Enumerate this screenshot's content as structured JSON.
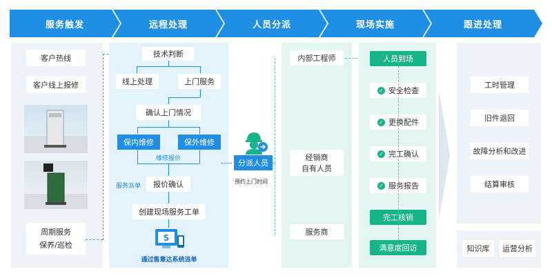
{
  "header": {
    "stages": [
      "服务触发",
      "远程处理",
      "人员分派",
      "现场实施",
      "跟进处理"
    ],
    "color": "#1f8fe6"
  },
  "trigger": {
    "items": [
      "客户热线",
      "客户线上报修"
    ],
    "periodic": [
      "周期服务",
      "保养/巡检"
    ],
    "images": [
      "machine-1",
      "machine-2"
    ]
  },
  "remote": {
    "tech": "技术判断",
    "online": "线上处理",
    "onsite": "上门服务",
    "confirm": "确认上门情况",
    "in_warranty": "保内维修",
    "out_warranty": "保外维修",
    "repair_quote": "维修报价",
    "dispatch_note": "服务派单",
    "quote_confirm": "报价确认",
    "create_order": "创建现场服务工单",
    "system_note": "通过售意达系统派单"
  },
  "dispatch": {
    "label": "分派人员",
    "note": "预约上门时间"
  },
  "engineers": {
    "internal": "内部工程师",
    "dealer": "经销商\n自有人员",
    "provider": "服务商"
  },
  "onsite": {
    "steps": [
      "人员到场",
      "安全检查",
      "更换配件",
      "完工确认",
      "服务报告",
      "完工核销",
      "满意度回访"
    ],
    "accent": "#17b48a"
  },
  "followup": {
    "items": [
      "工时管理",
      "旧件退回",
      "故障分析和改进",
      "结算审核"
    ],
    "bottom": [
      "知识库",
      "运营分析"
    ]
  }
}
